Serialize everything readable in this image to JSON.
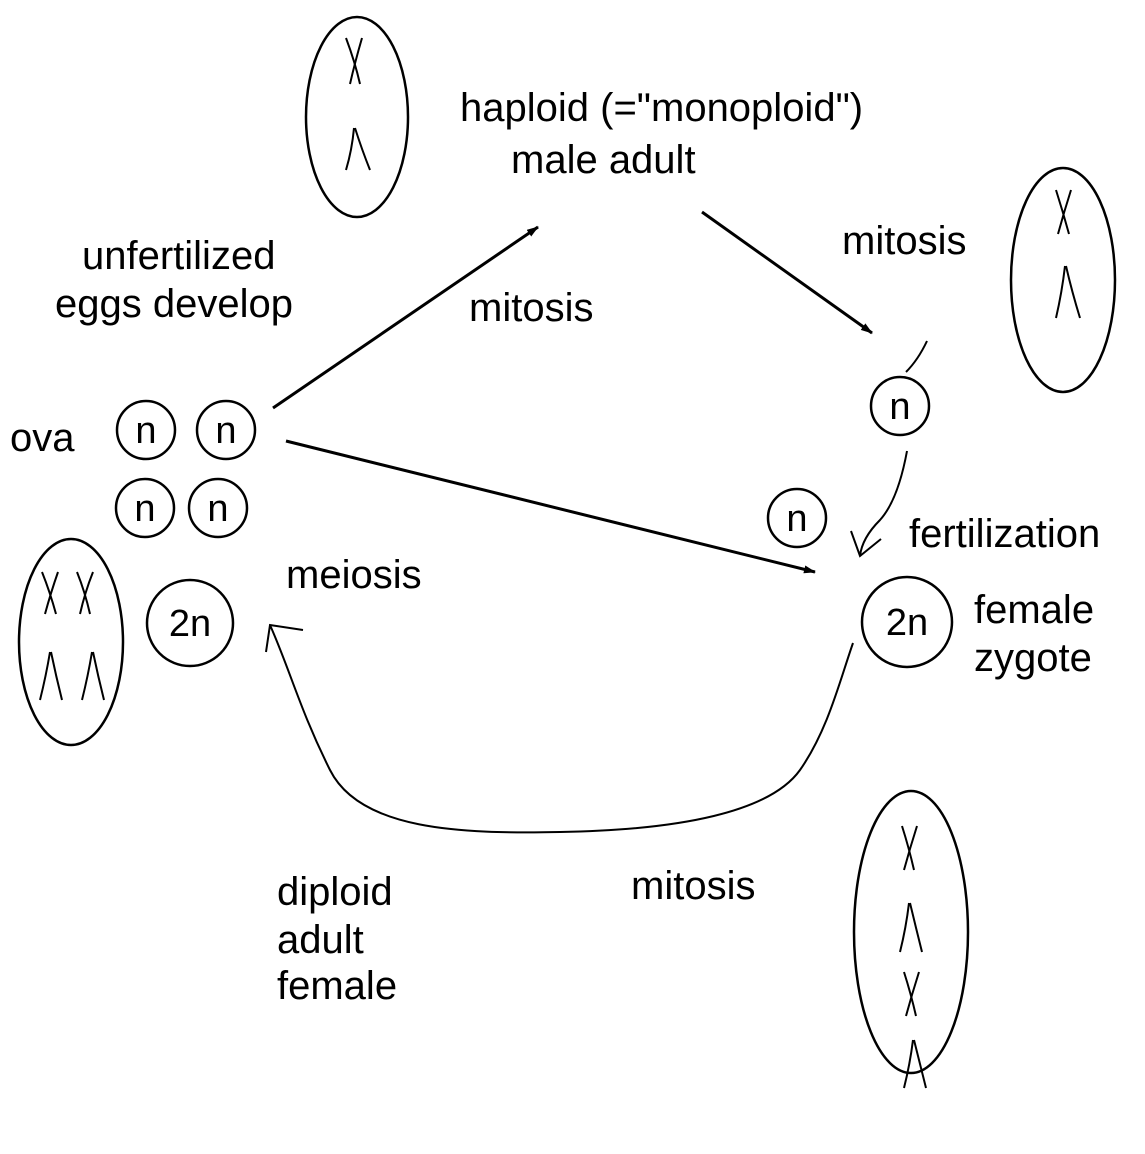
{
  "colors": {
    "ink": "#000000",
    "background": "#ffffff"
  },
  "labels": {
    "haploid_line1": "haploid (=\"monoploid\")",
    "haploid_line2": "male adult",
    "unfertilized_line1": "unfertilized",
    "unfertilized_line2": "eggs develop",
    "mitosis_upper_left": "mitosis",
    "mitosis_upper_right": "mitosis",
    "ova": "ova",
    "fertilization": "fertilization",
    "meiosis": "meiosis",
    "female_line1": "female",
    "female_line2": "zygote",
    "diploid_line1": "diploid",
    "diploid_line2": "adult",
    "diploid_line3": "female",
    "mitosis_bottom": "mitosis"
  },
  "cells": {
    "ovum_1": "n",
    "ovum_2": "n",
    "ovum_3": "n",
    "ovum_4": "n",
    "sperm": "n",
    "egg_near_zygote": "n",
    "mother_cell": "2n",
    "zygote": "2n"
  },
  "icons": {
    "chromosome_x": "x-shaped-replicated-chromosome",
    "chromosome_lambda": "lambda-shaped-chromosome"
  }
}
